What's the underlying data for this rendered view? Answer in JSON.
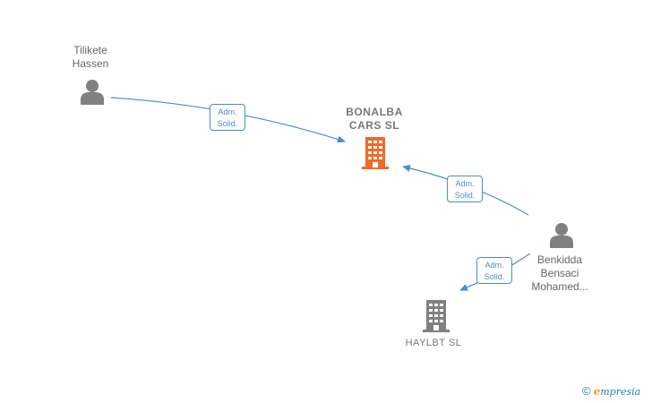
{
  "nodes": {
    "person_tilikete": {
      "name_line1": "Tilikete",
      "name_line2": "Hassen"
    },
    "company_bonalba": {
      "name_line1": "BONALBA",
      "name_line2": "CARS  SL",
      "color": "#f26a2a"
    },
    "person_benkidda": {
      "name_line1": "Benkidda",
      "name_line2": "Bensaci",
      "name_line3": "Mohamed..."
    },
    "company_haylbt": {
      "name_line1": "HAYLBT  SL",
      "color": "#808080"
    }
  },
  "edges": [
    {
      "from": "Tilikete Hassen",
      "to": "BONALBA CARS SL",
      "label_line1": "Adm.",
      "label_line2": "Solid."
    },
    {
      "from": "Benkidda Bensaci Mohamed...",
      "to": "BONALBA CARS SL",
      "label_line1": "Adm.",
      "label_line2": "Solid."
    },
    {
      "from": "Benkidda Bensaci Mohamed...",
      "to": "HAYLBT SL",
      "label_line1": "Adm.",
      "label_line2": "Solid."
    }
  ],
  "colors": {
    "edge": "#4a8bd6",
    "person_icon": "#808080",
    "brand_accent": "#f0a020",
    "brand_text": "#2a7fa8"
  },
  "brand": {
    "copyright": "©",
    "initial": "e",
    "rest": "mpresia"
  }
}
